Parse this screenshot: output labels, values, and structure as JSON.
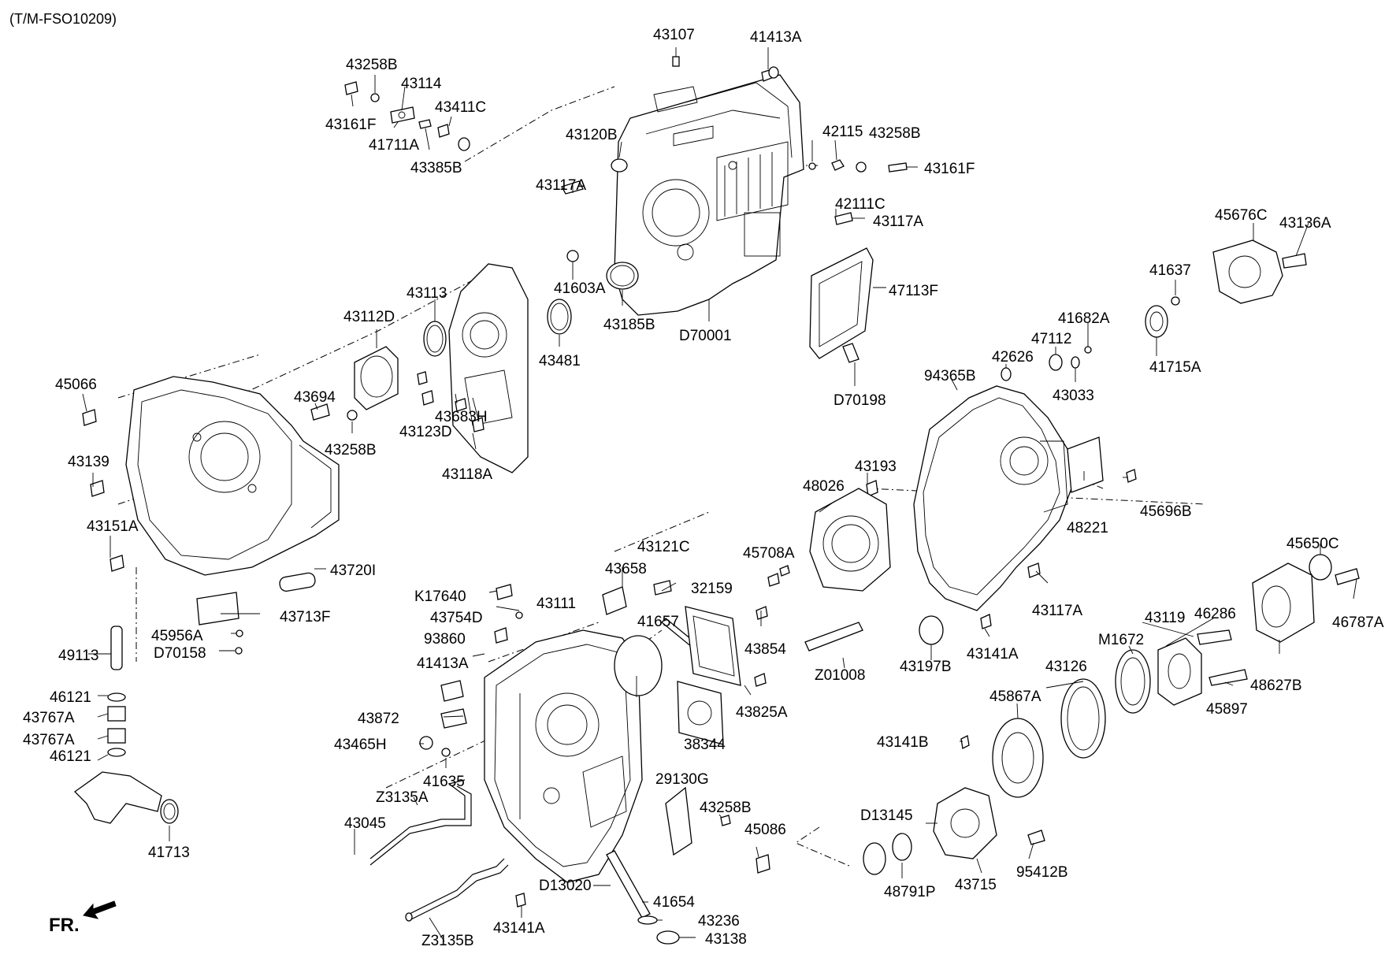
{
  "header": {
    "code": "(T/M-FSO10209)"
  },
  "orientation": {
    "front_label": "FR."
  },
  "parts": {
    "p43107": "43107",
    "p41413A_top": "41413A",
    "p43258B_tl": "43258B",
    "p43114": "43114",
    "p43411C": "43411C",
    "p43161F_l": "43161F",
    "p41711A": "41711A",
    "p43385B": "43385B",
    "p43120B": "43120B",
    "p42115": "42115",
    "p43258B_tr": "43258B",
    "p43161F_r": "43161F",
    "p43117A_a": "43117A",
    "p42111C": "42111C",
    "p43117A_b": "43117A",
    "p45676C": "45676C",
    "p43136A": "43136A",
    "p41637": "41637",
    "p47113F": "47113F",
    "p41603A": "41603A",
    "p43113": "43113",
    "p43112D": "43112D",
    "p43185B": "43185B",
    "p43481": "43481",
    "pD70001": "D70001",
    "p41682A": "41682A",
    "p47112": "47112",
    "p41715A": "41715A",
    "p42626": "42626",
    "p94365B": "94365B",
    "p43033": "43033",
    "pD70198": "D70198",
    "p45066": "45066",
    "p43694": "43694",
    "p43683H": "43683H",
    "p43123D": "43123D",
    "p43258B_m": "43258B",
    "p43118A": "43118A",
    "p43139": "43139",
    "p43193": "43193",
    "p48026": "48026",
    "p45696B": "45696B",
    "p48221": "48221",
    "p43151A": "43151A",
    "p45650C": "45650C",
    "p43121C": "43121C",
    "p43720I": "43720I",
    "p43658": "43658",
    "p32159": "32159",
    "p45708A": "45708A",
    "pK17640": "K17640",
    "p43111": "43111",
    "p43117A_c": "43117A",
    "p46286": "46286",
    "p43119": "43119",
    "p43754D": "43754D",
    "p41657": "41657",
    "p43713F": "43713F",
    "pM1672": "M1672",
    "p46787A": "46787A",
    "p45956A": "45956A",
    "p93860": "93860",
    "p43854": "43854",
    "p49113": "49113",
    "pD70158": "D70158",
    "p43141A_r": "43141A",
    "p43126": "43126",
    "p41413A_m": "41413A",
    "pZ01008": "Z01008",
    "p43197B": "43197B",
    "p48627B": "48627B",
    "p46121_a": "46121",
    "p45867A": "45867A",
    "p43767A_a": "43767A",
    "p43825A": "43825A",
    "p45897": "45897",
    "p43872": "43872",
    "p43767A_b": "43767A",
    "p38344": "38344",
    "p43465H": "43465H",
    "p43141B": "43141B",
    "p46121_b": "46121",
    "p41635": "41635",
    "p29130G": "29130G",
    "pZ3135A": "Z3135A",
    "p43258B_b": "43258B",
    "pD13145": "D13145",
    "p43045": "43045",
    "p45086": "45086",
    "p41713": "41713",
    "p95412B": "95412B",
    "p48791P": "48791P",
    "p43715": "43715",
    "pD13020": "D13020",
    "p41654": "41654",
    "p43236": "43236",
    "pZ3135B": "Z3135B",
    "p43141A_b": "43141A",
    "p43138": "43138"
  }
}
